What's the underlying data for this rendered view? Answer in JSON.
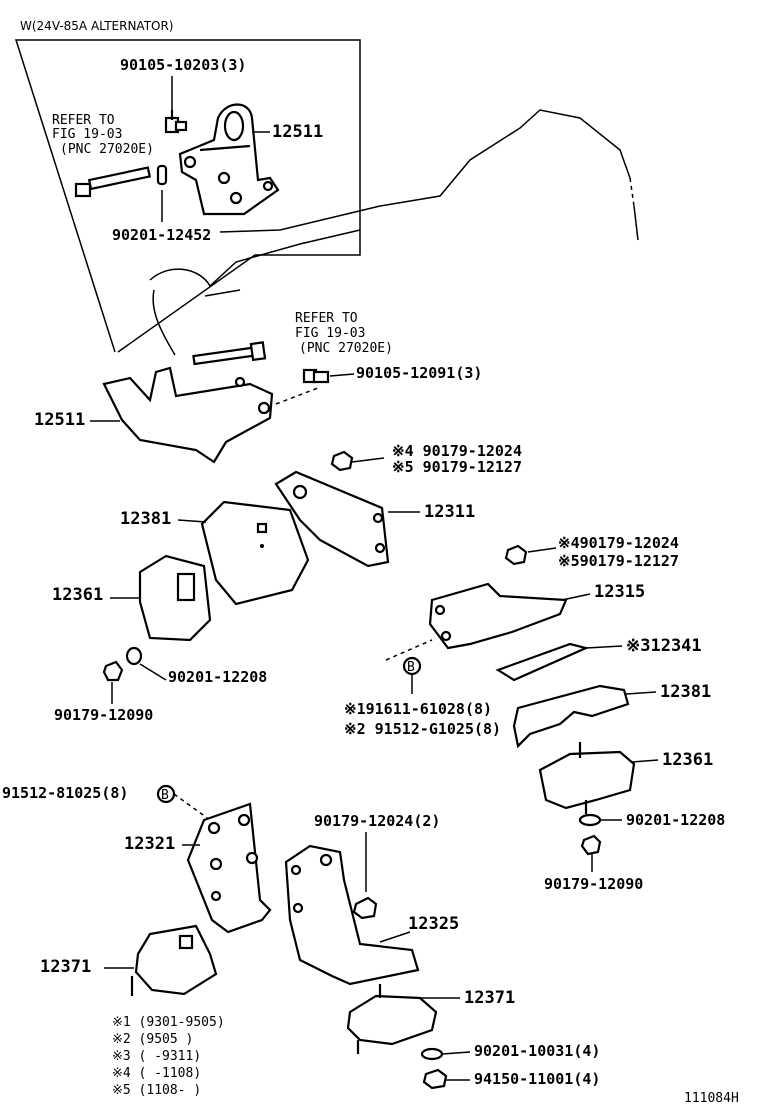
{
  "inset": {
    "header": "W(24V-85A ALTERNATOR)",
    "bolt_label": "90105-10203(3)",
    "refer_line1": "REFER TO",
    "refer_line2": "FIG 19-03",
    "refer_line3": "(PNC 27020E)",
    "bracket_label": "12511",
    "washer_label": "90201-12452"
  },
  "main": {
    "refer_line1": "REFER TO",
    "refer_line2": "FIG 19-03",
    "refer_line3": "(PNC 27020E)",
    "bolt_label": "90105-12091(3)",
    "bracket_label": "12511",
    "nut_label_a": "※4 90179-12024",
    "nut_label_b": "※5 90179-12127",
    "upper_left": {
      "insulator_label": "12381",
      "bracket_label": "12311",
      "cushion_label": "12361",
      "washer_label": "90201-12208",
      "nut_label": "90179-12090"
    },
    "right": {
      "nut_label_a": "※490179-12024",
      "nut_label_b": "※590179-12127",
      "bracket_label": "12315",
      "plate_label": "※312341",
      "ref_b": "B",
      "bolt_label_a": "※191611-61028(8)",
      "bolt_label_b": "※2 91512-G1025(8)",
      "insulator_label": "12381",
      "cushion_label": "12361",
      "washer_label": "90201-12208",
      "nut_label": "90179-12090"
    },
    "lower": {
      "bolt_label": "91512-81025(8)",
      "ref_b": "B",
      "bracket_label": "12321",
      "mount_label": "12371",
      "nut_label": "90179-12024(2)",
      "rear_bracket_label": "12325",
      "rear_mount_label": "12371",
      "washer_label": "90201-10031(4)",
      "bottom_nut_label": "94150-11001(4)"
    }
  },
  "notes": [
    "※1 (9301-9505)",
    "※2 (9505      )",
    "※3 (      -9311)",
    "※4 (      -1108)",
    "※5 (1108-      )"
  ],
  "figure_id": "111084H"
}
